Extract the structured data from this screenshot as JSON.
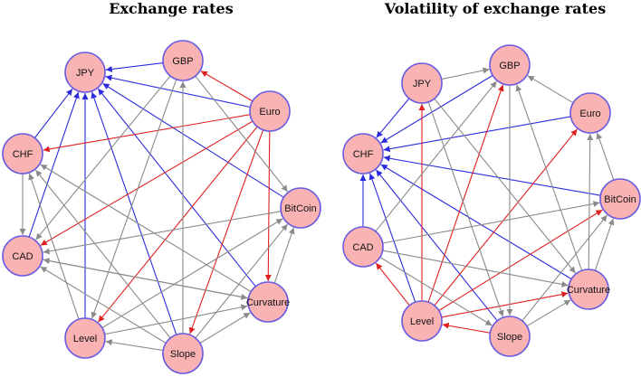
{
  "colors": {
    "node_fill": "#f9b3b3",
    "node_stroke": "#6a5be0",
    "blue": "#2b2bdd",
    "red": "#e02020",
    "gray": "#8a8a8a"
  },
  "panels": [
    {
      "title": "Exchange rates",
      "nodes": [
        "GBP",
        "JPY",
        "Euro",
        "CHF",
        "BitCoin",
        "CAD",
        "Curvature",
        "Level",
        "Slope"
      ],
      "edges": [
        {
          "from": "GBP",
          "to": "JPY",
          "color": "blue"
        },
        {
          "from": "Euro",
          "to": "JPY",
          "color": "blue"
        },
        {
          "from": "BitCoin",
          "to": "JPY",
          "color": "blue"
        },
        {
          "from": "Curvature",
          "to": "JPY",
          "color": "blue"
        },
        {
          "from": "Slope",
          "to": "JPY",
          "color": "blue"
        },
        {
          "from": "Level",
          "to": "JPY",
          "color": "blue"
        },
        {
          "from": "CAD",
          "to": "JPY",
          "color": "blue"
        },
        {
          "from": "CHF",
          "to": "JPY",
          "color": "blue"
        },
        {
          "from": "Euro",
          "to": "GBP",
          "color": "red"
        },
        {
          "from": "Euro",
          "to": "CHF",
          "color": "red"
        },
        {
          "from": "Euro",
          "to": "CAD",
          "color": "red"
        },
        {
          "from": "Euro",
          "to": "Level",
          "color": "red"
        },
        {
          "from": "Euro",
          "to": "Slope",
          "color": "red"
        },
        {
          "from": "Euro",
          "to": "Curvature",
          "color": "red"
        },
        {
          "from": "GBP",
          "to": "BitCoin",
          "color": "gray"
        },
        {
          "from": "GBP",
          "to": "CAD",
          "color": "gray"
        },
        {
          "from": "GBP",
          "to": "Level",
          "color": "gray"
        },
        {
          "from": "Slope",
          "to": "GBP",
          "color": "gray"
        },
        {
          "from": "CHF",
          "to": "CAD",
          "color": "gray"
        },
        {
          "from": "Curvature",
          "to": "CHF",
          "color": "gray"
        },
        {
          "from": "Level",
          "to": "CHF",
          "color": "gray"
        },
        {
          "from": "Slope",
          "to": "CHF",
          "color": "gray"
        },
        {
          "from": "BitCoin",
          "to": "CAD",
          "color": "gray"
        },
        {
          "from": "Curvature",
          "to": "CAD",
          "color": "gray"
        },
        {
          "from": "Slope",
          "to": "CAD",
          "color": "gray"
        },
        {
          "from": "Level",
          "to": "BitCoin",
          "color": "gray"
        },
        {
          "from": "Slope",
          "to": "BitCoin",
          "color": "gray"
        },
        {
          "from": "Curvature",
          "to": "BitCoin",
          "color": "gray"
        },
        {
          "from": "Level",
          "to": "Curvature",
          "color": "gray"
        },
        {
          "from": "Slope",
          "to": "Level",
          "color": "gray"
        },
        {
          "from": "Slope",
          "to": "Curvature",
          "color": "gray"
        },
        {
          "from": "CAD",
          "to": "Curvature",
          "color": "gray"
        }
      ]
    },
    {
      "title": "Volatility of exchange rates",
      "nodes": [
        "GBP",
        "JPY",
        "Euro",
        "CHF",
        "BitCoin",
        "CAD",
        "Curvature",
        "Level",
        "Slope"
      ],
      "edges": [
        {
          "from": "JPY",
          "to": "CHF",
          "color": "blue"
        },
        {
          "from": "GBP",
          "to": "CHF",
          "color": "blue"
        },
        {
          "from": "Euro",
          "to": "CHF",
          "color": "blue"
        },
        {
          "from": "BitCoin",
          "to": "CHF",
          "color": "blue"
        },
        {
          "from": "Curvature",
          "to": "CHF",
          "color": "blue"
        },
        {
          "from": "Slope",
          "to": "CHF",
          "color": "blue"
        },
        {
          "from": "Level",
          "to": "CHF",
          "color": "blue"
        },
        {
          "from": "CAD",
          "to": "CHF",
          "color": "blue"
        },
        {
          "from": "Level",
          "to": "JPY",
          "color": "red"
        },
        {
          "from": "Level",
          "to": "GBP",
          "color": "red"
        },
        {
          "from": "Level",
          "to": "Euro",
          "color": "red"
        },
        {
          "from": "Level",
          "to": "BitCoin",
          "color": "red"
        },
        {
          "from": "Level",
          "to": "Curvature",
          "color": "red"
        },
        {
          "from": "Level",
          "to": "CAD",
          "color": "red"
        },
        {
          "from": "Slope",
          "to": "Level",
          "color": "red"
        },
        {
          "from": "JPY",
          "to": "GBP",
          "color": "gray"
        },
        {
          "from": "Euro",
          "to": "GBP",
          "color": "gray"
        },
        {
          "from": "BitCoin",
          "to": "Euro",
          "color": "gray"
        },
        {
          "from": "Curvature",
          "to": "GBP",
          "color": "gray"
        },
        {
          "from": "Curvature",
          "to": "Euro",
          "color": "gray"
        },
        {
          "from": "CAD",
          "to": "BitCoin",
          "color": "gray"
        },
        {
          "from": "CAD",
          "to": "GBP",
          "color": "gray"
        },
        {
          "from": "JPY",
          "to": "Slope",
          "color": "gray"
        },
        {
          "from": "JPY",
          "to": "Curvature",
          "color": "gray"
        },
        {
          "from": "GBP",
          "to": "Slope",
          "color": "gray"
        },
        {
          "from": "Slope",
          "to": "BitCoin",
          "color": "gray"
        },
        {
          "from": "Slope",
          "to": "Curvature",
          "color": "gray"
        },
        {
          "from": "CAD",
          "to": "Slope",
          "color": "gray"
        },
        {
          "from": "CAD",
          "to": "Curvature",
          "color": "gray"
        },
        {
          "from": "Curvature",
          "to": "BitCoin",
          "color": "gray"
        }
      ]
    }
  ]
}
